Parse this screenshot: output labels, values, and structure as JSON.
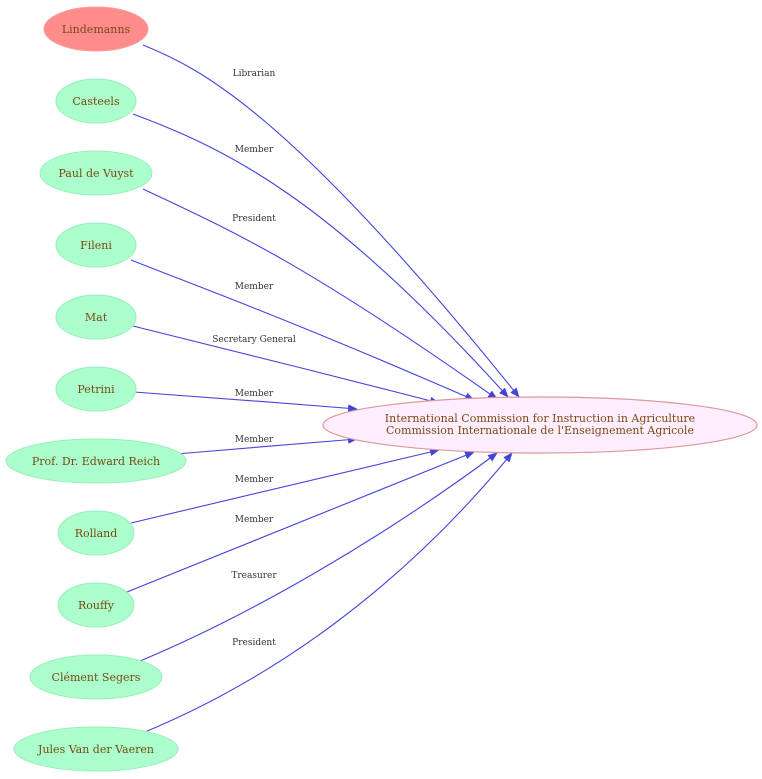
{
  "colors": {
    "highlight_fill": "#ff8c8c",
    "highlight_stroke": "#ff9c9c",
    "node_fill": "#aaffcc",
    "node_stroke": "#99eebb",
    "center_fill": "#ffeeff",
    "center_stroke": "#dd9999",
    "edge": "#4444dd"
  },
  "center_node": {
    "line1": "International Commission for Instruction in Agriculture",
    "line2": "Commission Internationale de l'Enseignement Agricole"
  },
  "nodes": [
    {
      "label": "Lindemanns",
      "edge_label": "Librarian",
      "highlight": true
    },
    {
      "label": "Casteels",
      "edge_label": "Member",
      "highlight": false
    },
    {
      "label": "Paul de Vuyst",
      "edge_label": "President",
      "highlight": false
    },
    {
      "label": "Fileni",
      "edge_label": "Member",
      "highlight": false
    },
    {
      "label": "Mat",
      "edge_label": "Secretary General",
      "highlight": false
    },
    {
      "label": "Petrini",
      "edge_label": "Member",
      "highlight": false
    },
    {
      "label": "Prof. Dr. Edward Reich",
      "edge_label": "Member",
      "highlight": false
    },
    {
      "label": "Rolland",
      "edge_label": "Member",
      "highlight": false
    },
    {
      "label": "Rouffy",
      "edge_label": "Member",
      "highlight": false
    },
    {
      "label": "Clément Segers",
      "edge_label": "Treasurer",
      "highlight": false
    },
    {
      "label": "Jules Van der Vaeren",
      "edge_label": "President",
      "highlight": false
    }
  ]
}
